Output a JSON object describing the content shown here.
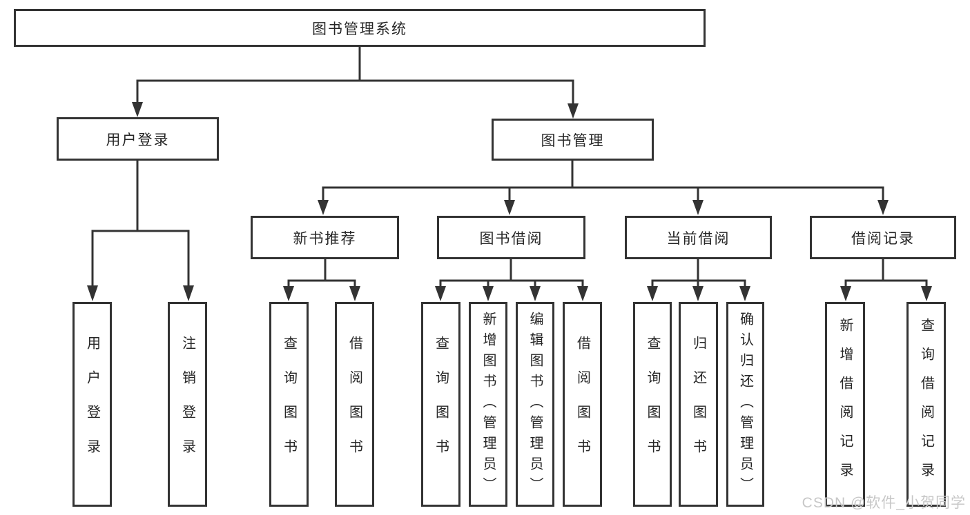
{
  "tree": {
    "root": "图书管理系统",
    "user": {
      "label": "用户登录",
      "children": [
        "用户登录",
        "注销登录"
      ]
    },
    "mgmt": {
      "label": "图书管理"
    },
    "groups": [
      {
        "label": "新书推荐",
        "children": [
          "查询图书",
          "借阅图书"
        ]
      },
      {
        "label": "图书借阅",
        "children": [
          "查询图书",
          "新增图书（管理员）",
          "编辑图书（管理员）",
          "借阅图书"
        ]
      },
      {
        "label": "当前借阅",
        "children": [
          "查询图书",
          "归还图书",
          "确认归还（管理员）"
        ]
      },
      {
        "label": "借阅记录",
        "children": [
          "新增借阅记录",
          "查询借阅记录"
        ]
      }
    ]
  },
  "watermark": {
    "text": "CSDN @软件_小贺同学"
  },
  "colors": {
    "line": "#333333",
    "box_border": "#333333",
    "text": "#262626",
    "watermark": "#c7c7c7",
    "background": "#ffffff"
  }
}
